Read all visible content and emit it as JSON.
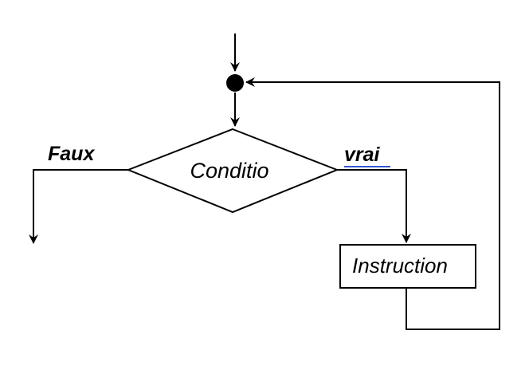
{
  "diagram": {
    "condition_label": "Conditio",
    "instruction_label": "Instruction",
    "false_label": "Faux",
    "true_label": "vrai"
  },
  "colors": {
    "stroke": "#000000",
    "fill": "#ffffff",
    "spellcheck_underline": "#3355cc"
  }
}
